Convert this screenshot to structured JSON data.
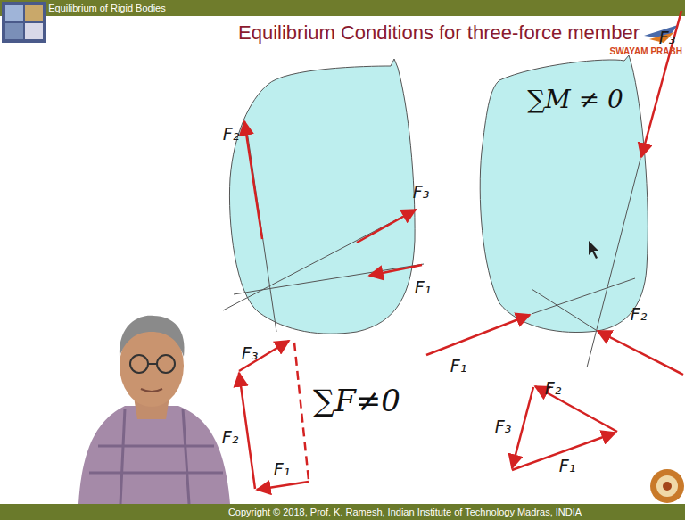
{
  "diagram": {
    "title": "Equilibrium Conditions for three-force member",
    "labels": [
      "Equilibrium of Rigid Bodies",
      "SWAYAM PRABH",
      "F₂",
      "F₃",
      "F₁",
      "F₃",
      "∑M ≠ 0",
      "F₁",
      "F₂",
      "F₃",
      "F₂",
      "F₁",
      "∑F≠0",
      "F₂",
      "F₃",
      "F₁",
      "Copyright © 2018, Prof. K. Ramesh, Indian Institute of Technology Madras, INDIA"
    ]
  }
}
